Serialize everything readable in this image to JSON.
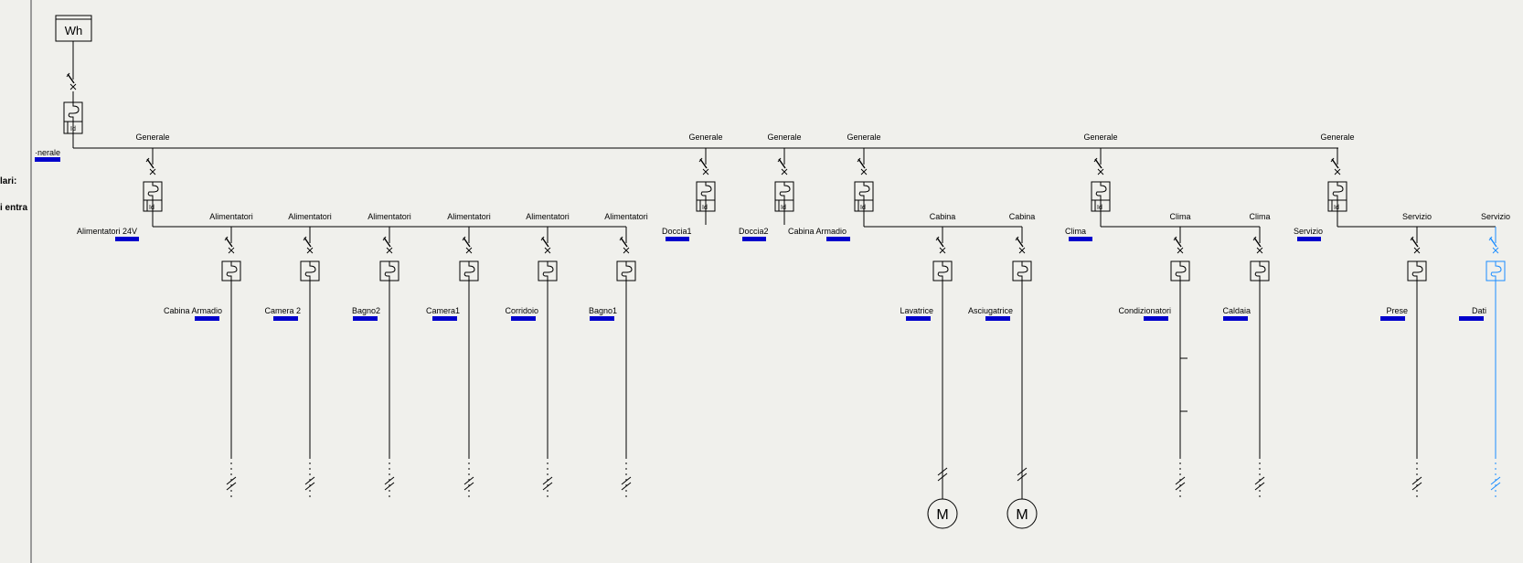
{
  "left_panel": {
    "label_generale_partial": "·nerale",
    "label_lari": "lari:",
    "label_entra": "i entra"
  },
  "meter": {
    "label": "Wh"
  },
  "colors": {
    "wire": "#000000",
    "tag": "#0000cc",
    "selected": "#1a8cff",
    "background": "#f0f0ec",
    "divider": "#9a9a9a"
  },
  "icons": {
    "breaker": "breaker-icon",
    "differential": "differential-breaker-icon",
    "motor": "motor-icon",
    "meter": "meter-icon",
    "cable": "cable-tick-icon"
  },
  "main_breaker": {
    "id_label": "Id"
  },
  "groups": [
    {
      "header": "Generale",
      "name": "Alimentatori 24V",
      "id_label": "Id",
      "feeders": [
        {
          "header": "Alimentatori",
          "name": "Cabina Armadio",
          "load": "cable"
        },
        {
          "header": "Alimentatori",
          "name": "Camera 2",
          "load": "cable"
        },
        {
          "header": "Alimentatori",
          "name": "Bagno2",
          "load": "cable"
        },
        {
          "header": "Alimentatori",
          "name": "Camera1",
          "load": "cable"
        },
        {
          "header": "Alimentatori",
          "name": "Corridoio",
          "load": "cable"
        },
        {
          "header": "Alimentatori",
          "name": "Bagno1",
          "load": "cable"
        }
      ]
    },
    {
      "header": "Generale",
      "name": "Doccia1",
      "id_label": "Id",
      "feeders": []
    },
    {
      "header": "Generale",
      "name": "Doccia2",
      "id_label": "Id",
      "feeders": []
    },
    {
      "header": "Generale",
      "name": "Cabina Armadio",
      "id_label": "Id",
      "feeders": [
        {
          "header": "Cabina",
          "name": "Lavatrice",
          "load": "motor",
          "motor_label": "M"
        },
        {
          "header": "Cabina",
          "name": "Asciugatrice",
          "load": "motor",
          "motor_label": "M"
        }
      ]
    },
    {
      "header": "Generale",
      "name": "Clima",
      "id_label": "Id",
      "feeders": [
        {
          "header": "Clima",
          "name": "Condizionatori",
          "load": "cable",
          "side_ticks": true
        },
        {
          "header": "Clima",
          "name": "Caldaia",
          "load": "cable"
        }
      ]
    },
    {
      "header": "Generale",
      "name": "Servizio",
      "id_label": "Id",
      "feeders": [
        {
          "header": "Servizio",
          "name": "Prese",
          "load": "cable"
        },
        {
          "header": "Servizio",
          "name": "Dati",
          "load": "cable",
          "selected": true
        }
      ]
    }
  ]
}
